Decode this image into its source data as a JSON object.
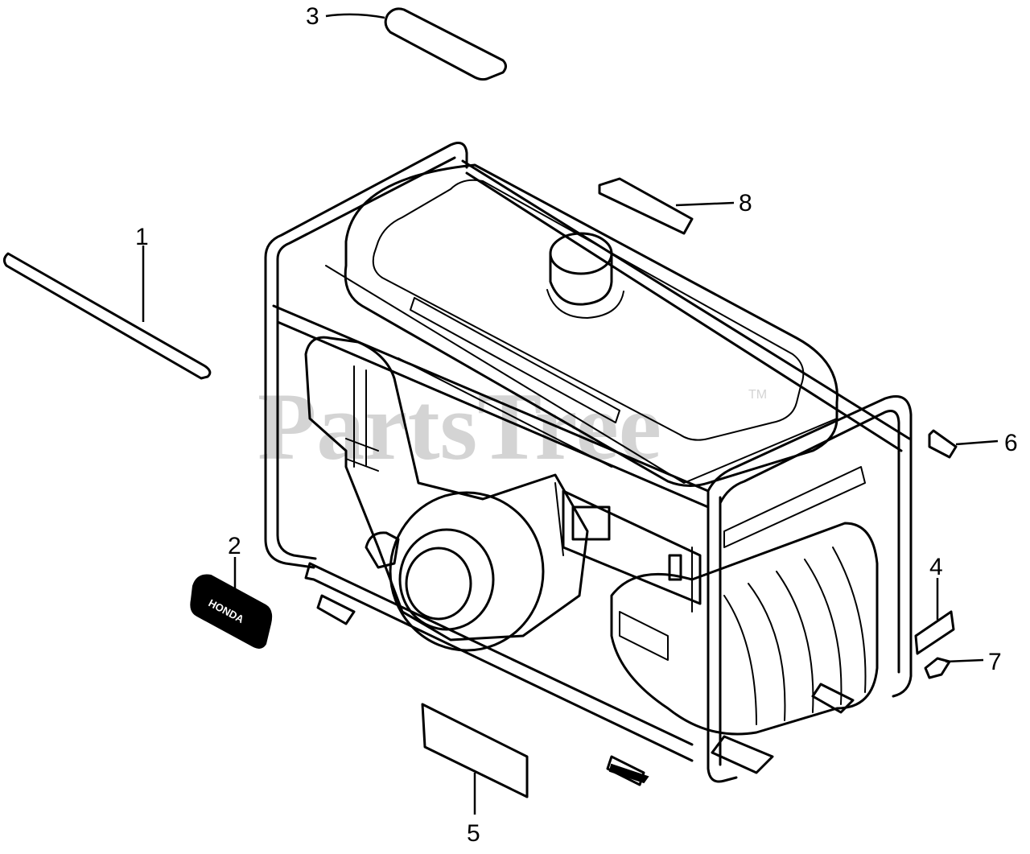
{
  "watermark": {
    "text": "PartsTree",
    "trademark": "TM"
  },
  "callouts": {
    "c1": "1",
    "c2": "2",
    "c3": "3",
    "c4": "4",
    "c5": "5",
    "c6": "6",
    "c7": "7",
    "c8": "8"
  },
  "decals": {
    "brand_label_text": "HONDA"
  }
}
